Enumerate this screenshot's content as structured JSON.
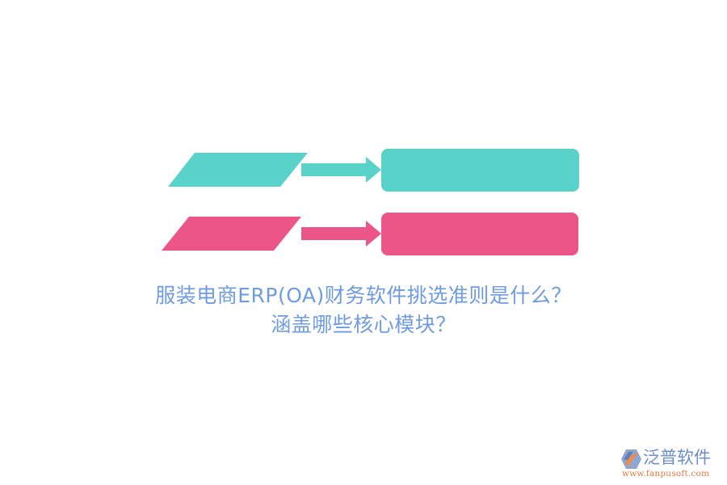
{
  "colors": {
    "teal": "#59D3CA",
    "pink": "#EC5588",
    "title_text": "#6F9BE0",
    "logo_text": "#6C8DC9",
    "logo_url": "#E07A3C",
    "background": "#FFFFFF"
  },
  "diagram": {
    "rows": [
      {
        "id": "row-1",
        "color": "teal",
        "input_shape": "parallelogram",
        "connector": "arrow-right",
        "output_shape": "rounded-rectangle",
        "input_label": "",
        "output_label": ""
      },
      {
        "id": "row-2",
        "color": "pink",
        "input_shape": "parallelogram",
        "connector": "arrow-right",
        "output_shape": "rounded-rectangle",
        "input_label": "",
        "output_label": ""
      }
    ]
  },
  "title": {
    "line1": "服装电商ERP(OA)财务软件挑选准则是什么？",
    "line2": "涵盖哪些核心模块？"
  },
  "logo": {
    "icon": "fanpu-logo-icon",
    "name": "泛普软件",
    "url": "www.fanpusoft.com"
  }
}
